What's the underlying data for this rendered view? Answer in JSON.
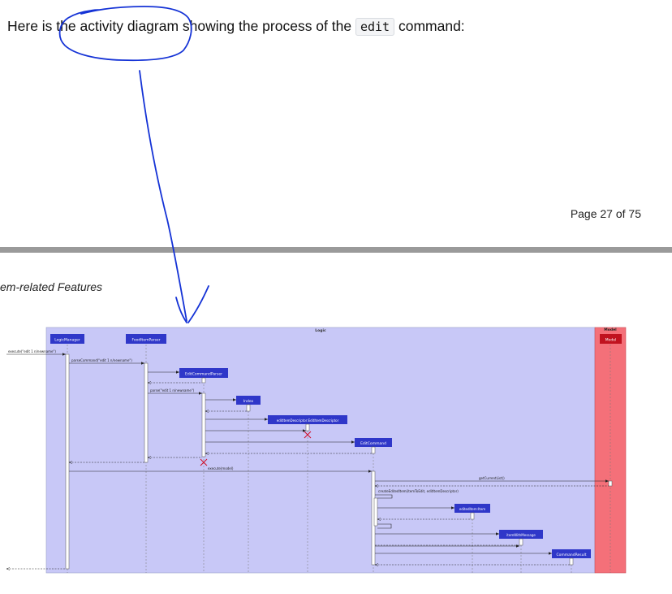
{
  "intro": {
    "prefix": "Here is the activity diagram showing the process of the",
    "code": "edit",
    "suffix": "command:"
  },
  "page_number": "Page 27 of 75",
  "section_heading": "em-related Features",
  "diagram": {
    "logic_label": "Logic",
    "model_label": "Model",
    "participants": {
      "logic_manager": "LogicManager",
      "food_item_parser": "FoodItemParser",
      "edit_command_parser": "EditCommandParser",
      "index": "Index",
      "descriptor": "editItemDescriptor:EditItemDescriptor",
      "edit_command": "EditCommand",
      "edited_item": "editedItem:Item",
      "item_with_message": "itemWithMessage",
      "command_result": "CommandResult",
      "model": "Model"
    },
    "messages": {
      "execute": "execute(\"edit 1 n/newname\")",
      "parse_command": "parseCommand(\"edit 1 n/newname\")",
      "parse": "parse(\"edit 1 n/newname\")",
      "execute_model": "execute(model)",
      "get_current_list": "getCurrentList()",
      "create_edited_item": "createEditedItem(itemToEdit, editItemDescriptor)"
    },
    "colors": {
      "logic_bg": "#c8c8f7",
      "model_bg": "#f47079",
      "participant": "#2f37c9",
      "model_box": "#c1121f",
      "ink": "#1533d6"
    }
  }
}
